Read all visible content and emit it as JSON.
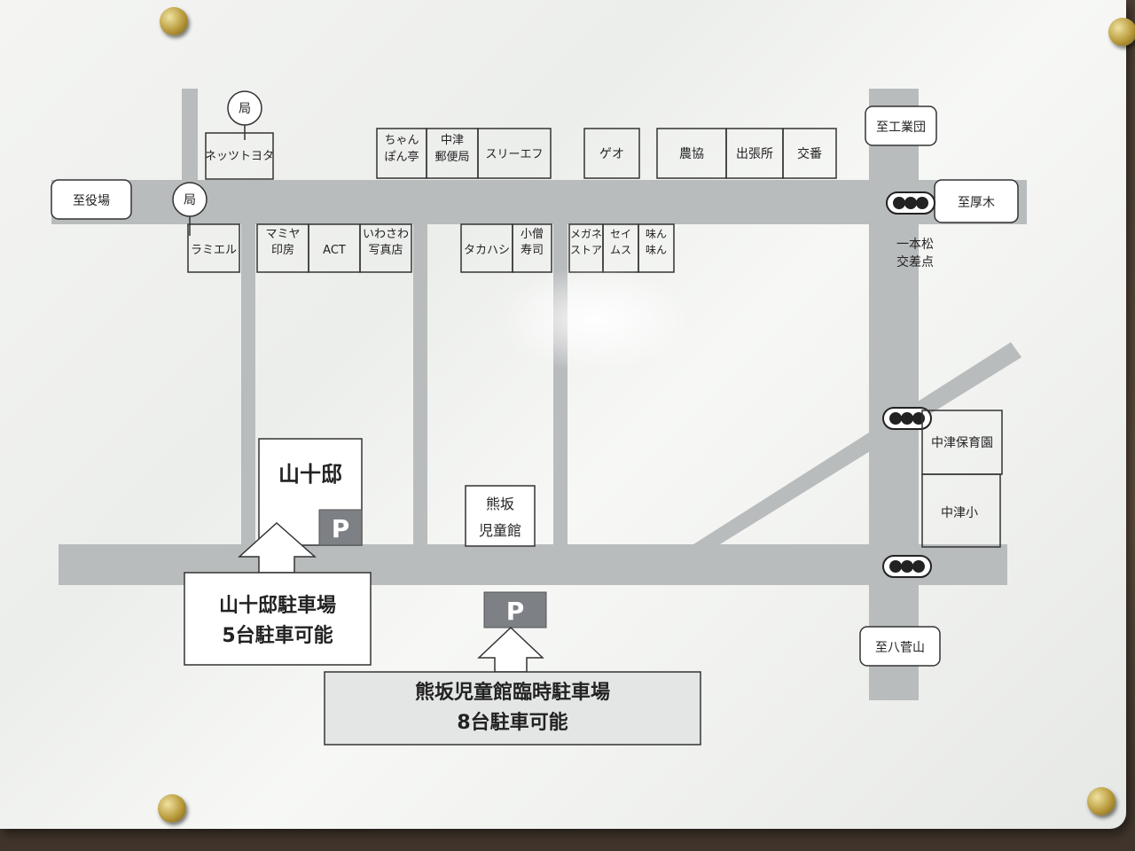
{
  "map": {
    "road_color": "#b9bcbd",
    "line_color": "#333333",
    "parking_badge_color": "#7d8084",
    "destinations": {
      "to_city_office": "至役場",
      "to_industrial_park": "至工業団",
      "to_atsugi": "至厚木",
      "to_hassuge": "至八菅山"
    },
    "intersection_label_line1": "一本松",
    "intersection_label_line2": "交差点",
    "post_office_symbol": "局",
    "shops_north": {
      "netz_toyota": "ネッツトヨタ",
      "chanpon_line1": "ちゃん",
      "chanpon_line2": "ぽん亭",
      "post_office_line1": "中津",
      "post_office_line2": "郵便局",
      "three_f": "スリーエフ",
      "geo": "ゲオ",
      "nokyo": "農協",
      "branch_office": "出張所",
      "police_box": "交番"
    },
    "shops_south": {
      "lamiel": "ラミエル",
      "mamiya_line1": "マミヤ",
      "mamiya_line2": "印房",
      "act": "ACT",
      "iwasawa_line1": "いわさわ",
      "iwasawa_line2": "写真店",
      "takahashi": "タカハシ",
      "kozo_line1": "小僧",
      "kozo_line2": "寿司",
      "megane_line1": "メガネ",
      "megane_line2": "ストア",
      "seimu_line1": "セイ",
      "seimu_line2": "ムス",
      "mimin_line1": "味ん",
      "mimin_line2": "味ん"
    },
    "nakatsu_nursery": "中津保育園",
    "nakatsu_elementary": "中津小",
    "yamaju_residence": "山十邸",
    "kumasaka_center_line1": "熊坂",
    "kumasaka_center_line2": "児童館",
    "parking_symbol": "P",
    "yamaju_parking_line1": "山十邸駐車場",
    "yamaju_parking_line2": "5台駐車可能",
    "kumasaka_parking_line1": "熊坂児童館臨時駐車場",
    "kumasaka_parking_line2": "8台駐車可能"
  }
}
